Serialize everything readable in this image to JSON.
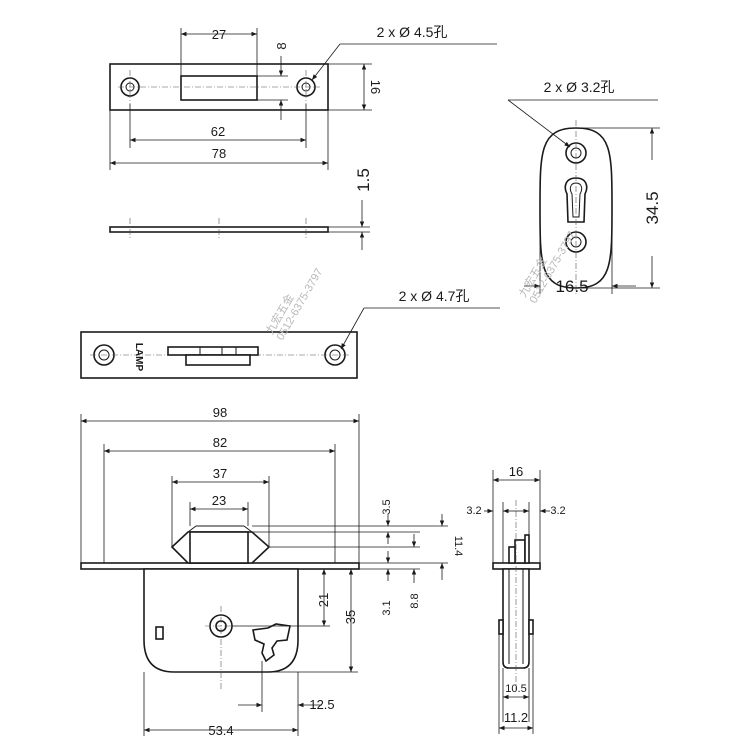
{
  "drawing": {
    "strike_plate": {
      "dims": {
        "hole_spacing": "62",
        "overall_length": "78",
        "slot_width": "27",
        "slot_height": "8",
        "plate_height": "16",
        "thickness": "1.5"
      },
      "hole_callout": "2 x Ø 4.5孔"
    },
    "escutcheon": {
      "hole_callout": "2 x Ø 3.2孔",
      "dims": {
        "height": "34.5",
        "width": "16.5"
      }
    },
    "lock_front": {
      "hole_callout": "2 x Ø 4.7孔",
      "brand": "LAMP"
    },
    "lock_body": {
      "dims": {
        "faceplate_length": "98",
        "hole_spacing": "82",
        "bolt_outer": "37",
        "bolt_inner": "23",
        "d_3_5": "3.5",
        "d_11_4": "11.4",
        "d_8_8": "8.8",
        "d_3_1": "3.1",
        "d_21": "21",
        "d_35": "35",
        "d_12_5": "12.5",
        "d_53_4": "53.4"
      }
    },
    "side_view": {
      "dims": {
        "width": "16",
        "left_offset": "3.2",
        "right_offset": "3.2",
        "inner_width": "10.5",
        "outer_width": "11.2"
      }
    },
    "watermark": {
      "line1": "九宏五金",
      "line2": "0512-6375-3797"
    }
  }
}
